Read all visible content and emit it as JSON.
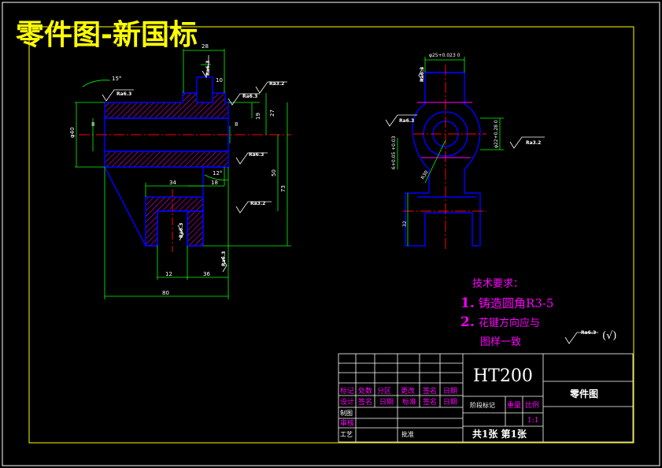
{
  "title": "零件图-新国标",
  "colors": {
    "background": "#000000",
    "title": "#ffff00",
    "frame": "#ffff00",
    "outline": "#0000ff",
    "dimension": "#00ff00",
    "centerline": "#ff0000",
    "hatch": "#ff00ff",
    "text": "#ffffff",
    "table_label": "#ff00ff"
  },
  "front_view": {
    "dims": {
      "d28": "28",
      "d10": "10",
      "d15": "15°",
      "phi40": "φ40",
      "d8a": "8",
      "d8b": "8",
      "d19": "19",
      "d27": "27",
      "d50": "50",
      "d73": "73",
      "d34": "34",
      "d18": "18",
      "d12": "12°",
      "d12b": "12",
      "d36": "36",
      "d80": "80"
    },
    "roughness": {
      "r1": "Ra6.3",
      "r2": "Ra3.2",
      "r3": "Ra6.3",
      "r4": "Ra6.3",
      "r5": "Ra3.2",
      "r6": "Ra6.3",
      "r7": "Ra6.3",
      "r8": "Ra6.3"
    }
  },
  "side_view": {
    "dims": {
      "top": "φ25+0.023 0",
      "phi20": "φ22+0.28 0",
      "d6": "6+0.05 +0.03",
      "r30": "R30",
      "d32": "32"
    },
    "roughness": {
      "r1": "Ra6.3",
      "r2": "Ra6.3",
      "r3": "Ra3.2"
    }
  },
  "requirements": {
    "heading": "技术要求：",
    "item1_num": "1.",
    "item1_text": "铸造圆角R3-5",
    "item2_num": "2.",
    "item2_text": "花键方向应与",
    "item2_cont": "图样一致",
    "rest_roughness": "Ra6.3",
    "rest_check": "(√)"
  },
  "title_block": {
    "material": "HT200",
    "part_name": "零件图",
    "row_labels": [
      "标记",
      "处数",
      "分区",
      "更改",
      "签名",
      "日期"
    ],
    "row2_labels": [
      "设计",
      "签名",
      "日期",
      "标准",
      "签名",
      "日期"
    ],
    "stage_mark": "阶段标记",
    "weight": "重量",
    "scale": "比例",
    "scale_value": "1:1",
    "drafting": "制图",
    "review": "审核",
    "process": "工艺",
    "approve": "批准",
    "sheets": "共1张  第1张"
  }
}
